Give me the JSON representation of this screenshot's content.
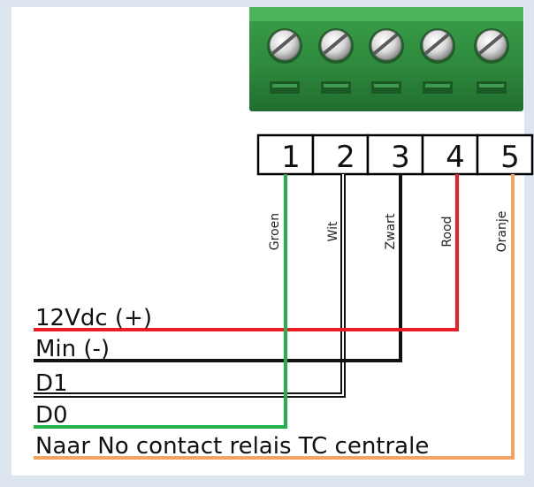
{
  "terminals": [
    "1",
    "2",
    "3",
    "4",
    "5"
  ],
  "wire_colors": [
    "Groen",
    "Wit",
    "Zwart",
    "Rood",
    "Oranje"
  ],
  "connections": [
    {
      "label": "12Vdc (+)",
      "terminal": "4"
    },
    {
      "label": "Min (-)",
      "terminal": "3"
    },
    {
      "label": "D1",
      "terminal": "2"
    },
    {
      "label": "D0",
      "terminal": "1"
    },
    {
      "label": "Naar No contact relais TC centrale",
      "terminal": "5"
    }
  ],
  "colors": {
    "green": "#22b14c",
    "red": "#ee1c24",
    "black": "#111111",
    "orange": "#f4a460",
    "connector": "#2f8a3c",
    "background": "#dde6f0"
  },
  "icons": [
    "terminal-block-connector",
    "screw-icon"
  ]
}
